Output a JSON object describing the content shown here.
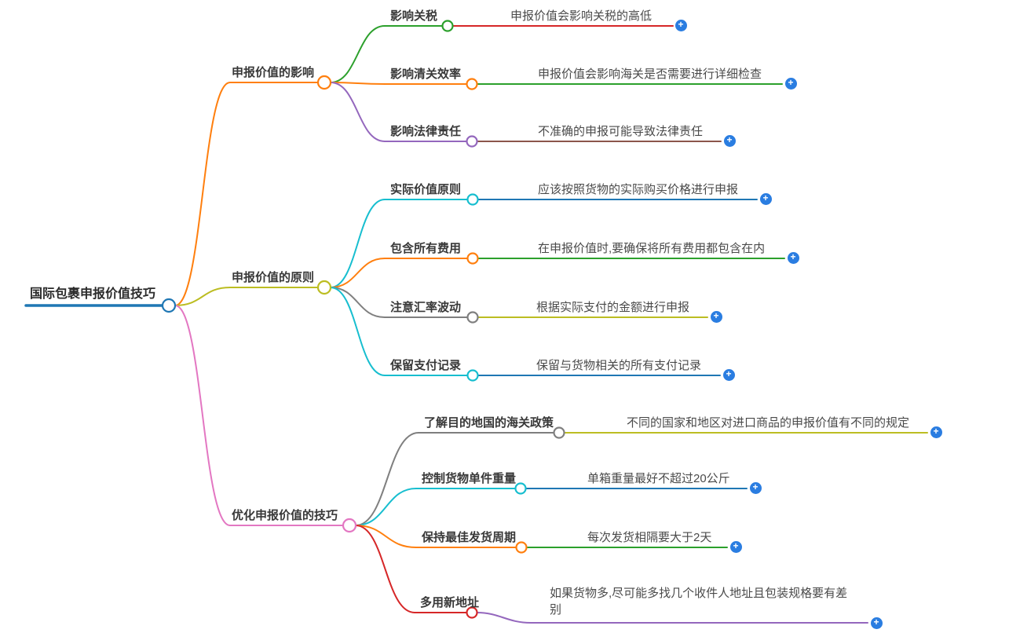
{
  "root": {
    "label": "国际包裹申报价值技巧",
    "color": "#1f77b4"
  },
  "branches": [
    {
      "label": "申报价值的影响",
      "color": "#ff7f0e",
      "children": [
        {
          "label": "影响关税",
          "color": "#2ca02c",
          "leaf_text": "申报价值会影响关税的高低",
          "leaf_color": "#d62728"
        },
        {
          "label": "影响清关效率",
          "color": "#ff7f0e",
          "leaf_text": "申报价值会影响海关是否需要进行详细检查",
          "leaf_color": "#2ca02c"
        },
        {
          "label": "影响法律责任",
          "color": "#9467bd",
          "leaf_text": "不准确的申报可能导致法律责任",
          "leaf_color": "#8c564b"
        }
      ]
    },
    {
      "label": "申报价值的原则",
      "color": "#bcbd22",
      "children": [
        {
          "label": "实际价值原则",
          "color": "#17becf",
          "leaf_text": "应该按照货物的实际购买价格进行申报",
          "leaf_color": "#1f77b4"
        },
        {
          "label": "包含所有费用",
          "color": "#ff7f0e",
          "leaf_text": "在申报价值时,要确保将所有费用都包含在内",
          "leaf_color": "#2ca02c"
        },
        {
          "label": "注意汇率波动",
          "color": "#7f7f7f",
          "leaf_text": "根据实际支付的金额进行申报",
          "leaf_color": "#bcbd22"
        },
        {
          "label": "保留支付记录",
          "color": "#17becf",
          "leaf_text": "保留与货物相关的所有支付记录",
          "leaf_color": "#1f77b4"
        }
      ]
    },
    {
      "label": "优化申报价值的技巧",
      "color": "#e377c2",
      "children": [
        {
          "label": "了解目的地国的海关政策",
          "color": "#7f7f7f",
          "leaf_text": "不同的国家和地区对进口商品的申报价值有不同的规定",
          "leaf_color": "#bcbd22"
        },
        {
          "label": "控制货物单件重量",
          "color": "#17becf",
          "leaf_text": "单箱重量最好不超过20公斤",
          "leaf_color": "#1f77b4"
        },
        {
          "label": "保持最佳发货周期",
          "color": "#ff7f0e",
          "leaf_text": "每次发货相隔要大于2天",
          "leaf_color": "#2ca02c"
        },
        {
          "label": "多用新地址",
          "color": "#d62728",
          "leaf_text": "如果货物多,尽可能多找几个收件人地址且包装规格要有差别",
          "leaf_color": "#9467bd"
        }
      ]
    }
  ],
  "expand_button": {
    "symbol": "+",
    "color": "#2a7de1"
  }
}
